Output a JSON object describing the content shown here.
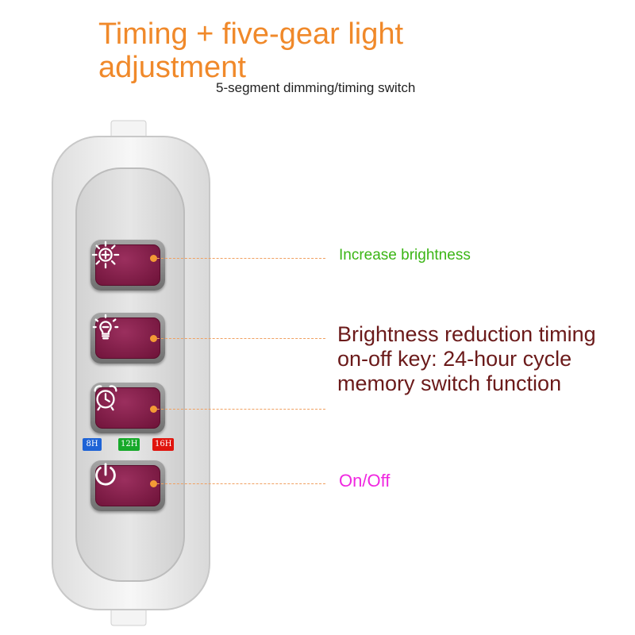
{
  "title": "Timing + five-gear light adjustment",
  "subtitle": "5-segment dimming/timing switch",
  "device": {
    "buttons": [
      {
        "icon": "brightness-up-icon"
      },
      {
        "icon": "brightness-down-icon"
      },
      {
        "icon": "alarm-clock-icon"
      },
      {
        "icon": "power-icon"
      }
    ],
    "timer_tags": [
      {
        "label": "8H",
        "color": "#1e63d6"
      },
      {
        "label": "12H",
        "color": "#17a92a"
      },
      {
        "label": "16H",
        "color": "#e0140d"
      }
    ]
  },
  "callouts": {
    "increase": "Increase brightness",
    "reduction": "Brightness reduction timing on-off key: 24-hour cycle memory switch function",
    "onoff": "On/Off"
  },
  "colors": {
    "title": "#f0892a",
    "button_face": "#7e1a45",
    "leader_dot": "#f39a35",
    "increase_label": "#3bb515",
    "reduction_label": "#6b1a1a",
    "onoff_label": "#f027e0"
  }
}
